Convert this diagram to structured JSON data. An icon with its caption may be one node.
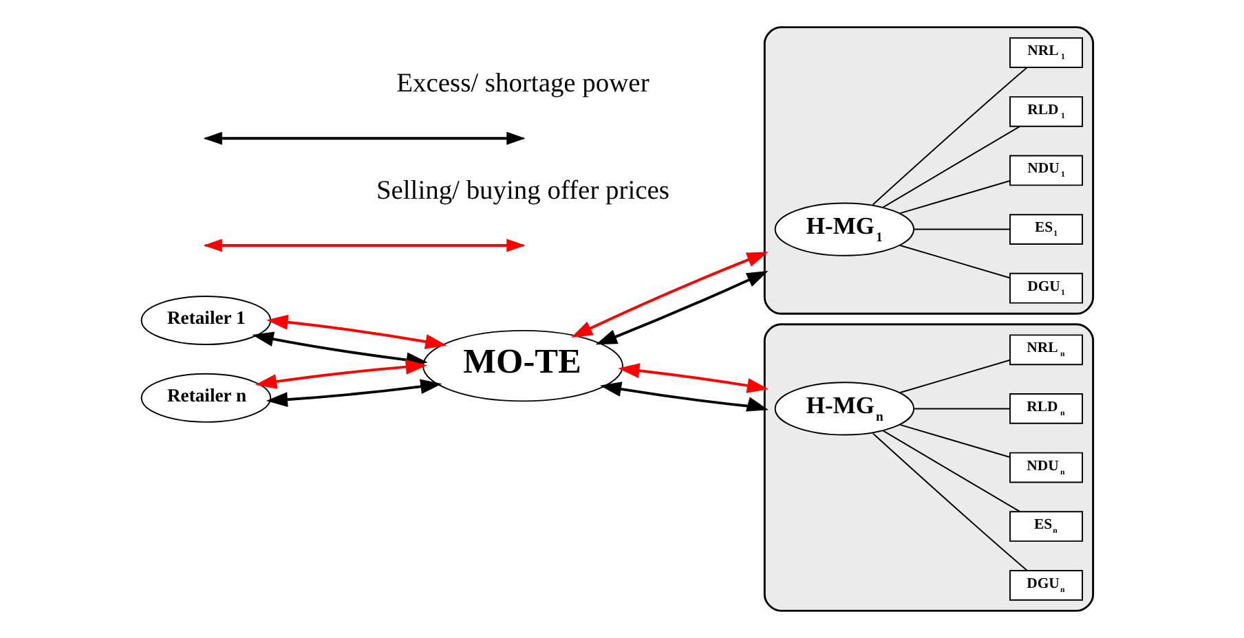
{
  "diagram": {
    "nodes": [
      {
        "text": [
          "Retailer 1"
        ]
      },
      {
        "text": [
          "MO-TE"
        ]
      },
      {
        "text": [
          "Retailer n"
        ]
      },
      {
        "text": [],
        "shape": "cloud"
      },
      {
        "text": [
          "H-MG$_{1}$"
        ],
        "in": 3
      },
      {
        "text": [
          "DGU$_{1}$"
        ],
        "in": 3
      },
      {
        "text": [
          "ES$_{1}$"
        ],
        "in": 3
      },
      {
        "text": [
          "NDU$_{1}$"
        ],
        "in": 3
      },
      {
        "text": [
          "RLD$_{1}$"
        ],
        "in": 3
      },
      {
        "text": [
          "NRL$_{1}$"
        ],
        "in": 3
      },
      {
        "text": [],
        "shape": "cloud"
      },
      {
        "text": [
          "H-MG$_{n}$"
        ],
        "in": 10
      },
      {
        "text": [
          "DGU$_{n}$"
        ],
        "in": 10
      },
      {
        "text": [
          "ES$_{n}$"
        ],
        "in": 10
      },
      {
        "text": [
          "NDU$_{n}$"
        ],
        "in": 10
      },
      {
        "text": [
          "RLD$_{n}$"
        ],
        "in": 10
      },
      {
        "text": [
          "NRL$_{n}$"
        ],
        "in": 10
      }
    ],
    "edges": [
      {
        "from": 0,
        "to": 1,
        "arrow": "both"
      },
      {
        "from": 0,
        "to": 1,
        "arrow": "both",
        "color": "#ff0000"
      },
      {
        "from": 2,
        "to": 1,
        "arrow": "both"
      },
      {
        "from": 2,
        "to": 1,
        "arrow": "both",
        "color": "#ff0000"
      },
      {
        "from": 1,
        "to": 3,
        "arrow": "both"
      },
      {
        "from": 1,
        "to": 3,
        "arrow": "both",
        "color": "#ff0000"
      },
      {
        "from": 1,
        "to": 10,
        "arrow": "both"
      },
      {
        "from": 1,
        "to": 10,
        "arrow": "both",
        "color": "#ff0000"
      },
      {
        "from": 4,
        "to": 5,
        "arrow": "none"
      },
      {
        "from": 4,
        "to": 6,
        "arrow": "none"
      },
      {
        "from": 4,
        "to": 7,
        "arrow": "none"
      },
      {
        "from": 4,
        "to": 8,
        "arrow": "none"
      },
      {
        "from": 4,
        "to": 9,
        "arrow": "none"
      },
      {
        "from": 11,
        "to": 12,
        "arrow": "none"
      },
      {
        "from": 11,
        "to": 13,
        "arrow": "none"
      },
      {
        "from": 11,
        "to": 14,
        "arrow": "none"
      },
      {
        "from": 11,
        "to": 15,
        "arrow": "none"
      },
      {
        "from": 11,
        "to": 16,
        "arrow": "none"
      }
    ],
    "legend": [
      {
        "text": "Excess/ shortage power"
      },
      {
        "text": "Selling/ buying offer prices"
      }
    ]
  }
}
